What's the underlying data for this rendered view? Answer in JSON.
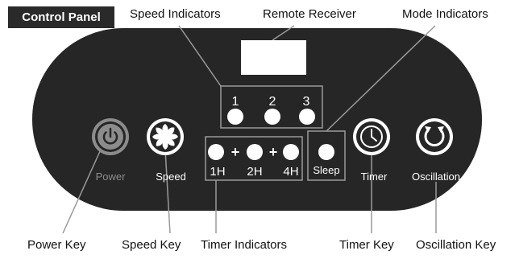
{
  "title": "Control Panel",
  "callouts": {
    "speed_indicators": "Speed Indicators",
    "remote_receiver": "Remote Receiver",
    "mode_indicators": "Mode Indicators",
    "power_key": "Power Key",
    "speed_key": "Speed Key",
    "timer_indicators": "Timer Indicators",
    "timer_key": "Timer Key",
    "oscillation_key": "Oscillation Key"
  },
  "panel": {
    "speed_labels": [
      "1",
      "2",
      "3"
    ],
    "timer_labels": [
      "1H",
      "2H",
      "4H"
    ],
    "timer_plus": "+",
    "sleep_label": "Sleep",
    "power_label": "Power",
    "speed_label": "Speed",
    "timer_label": "Timer",
    "oscillation_label": "Oscillation"
  },
  "colors": {
    "panel_bg": "#262626",
    "panel_text": "#ffffff",
    "power_dim": "#8c8c8c",
    "leader_line": "#9a9a9a",
    "indicator_led": "#ffffff"
  },
  "icons": {
    "power": "power-icon",
    "speed": "fan-icon",
    "timer": "clock-icon",
    "oscillation": "rotate-icon"
  }
}
